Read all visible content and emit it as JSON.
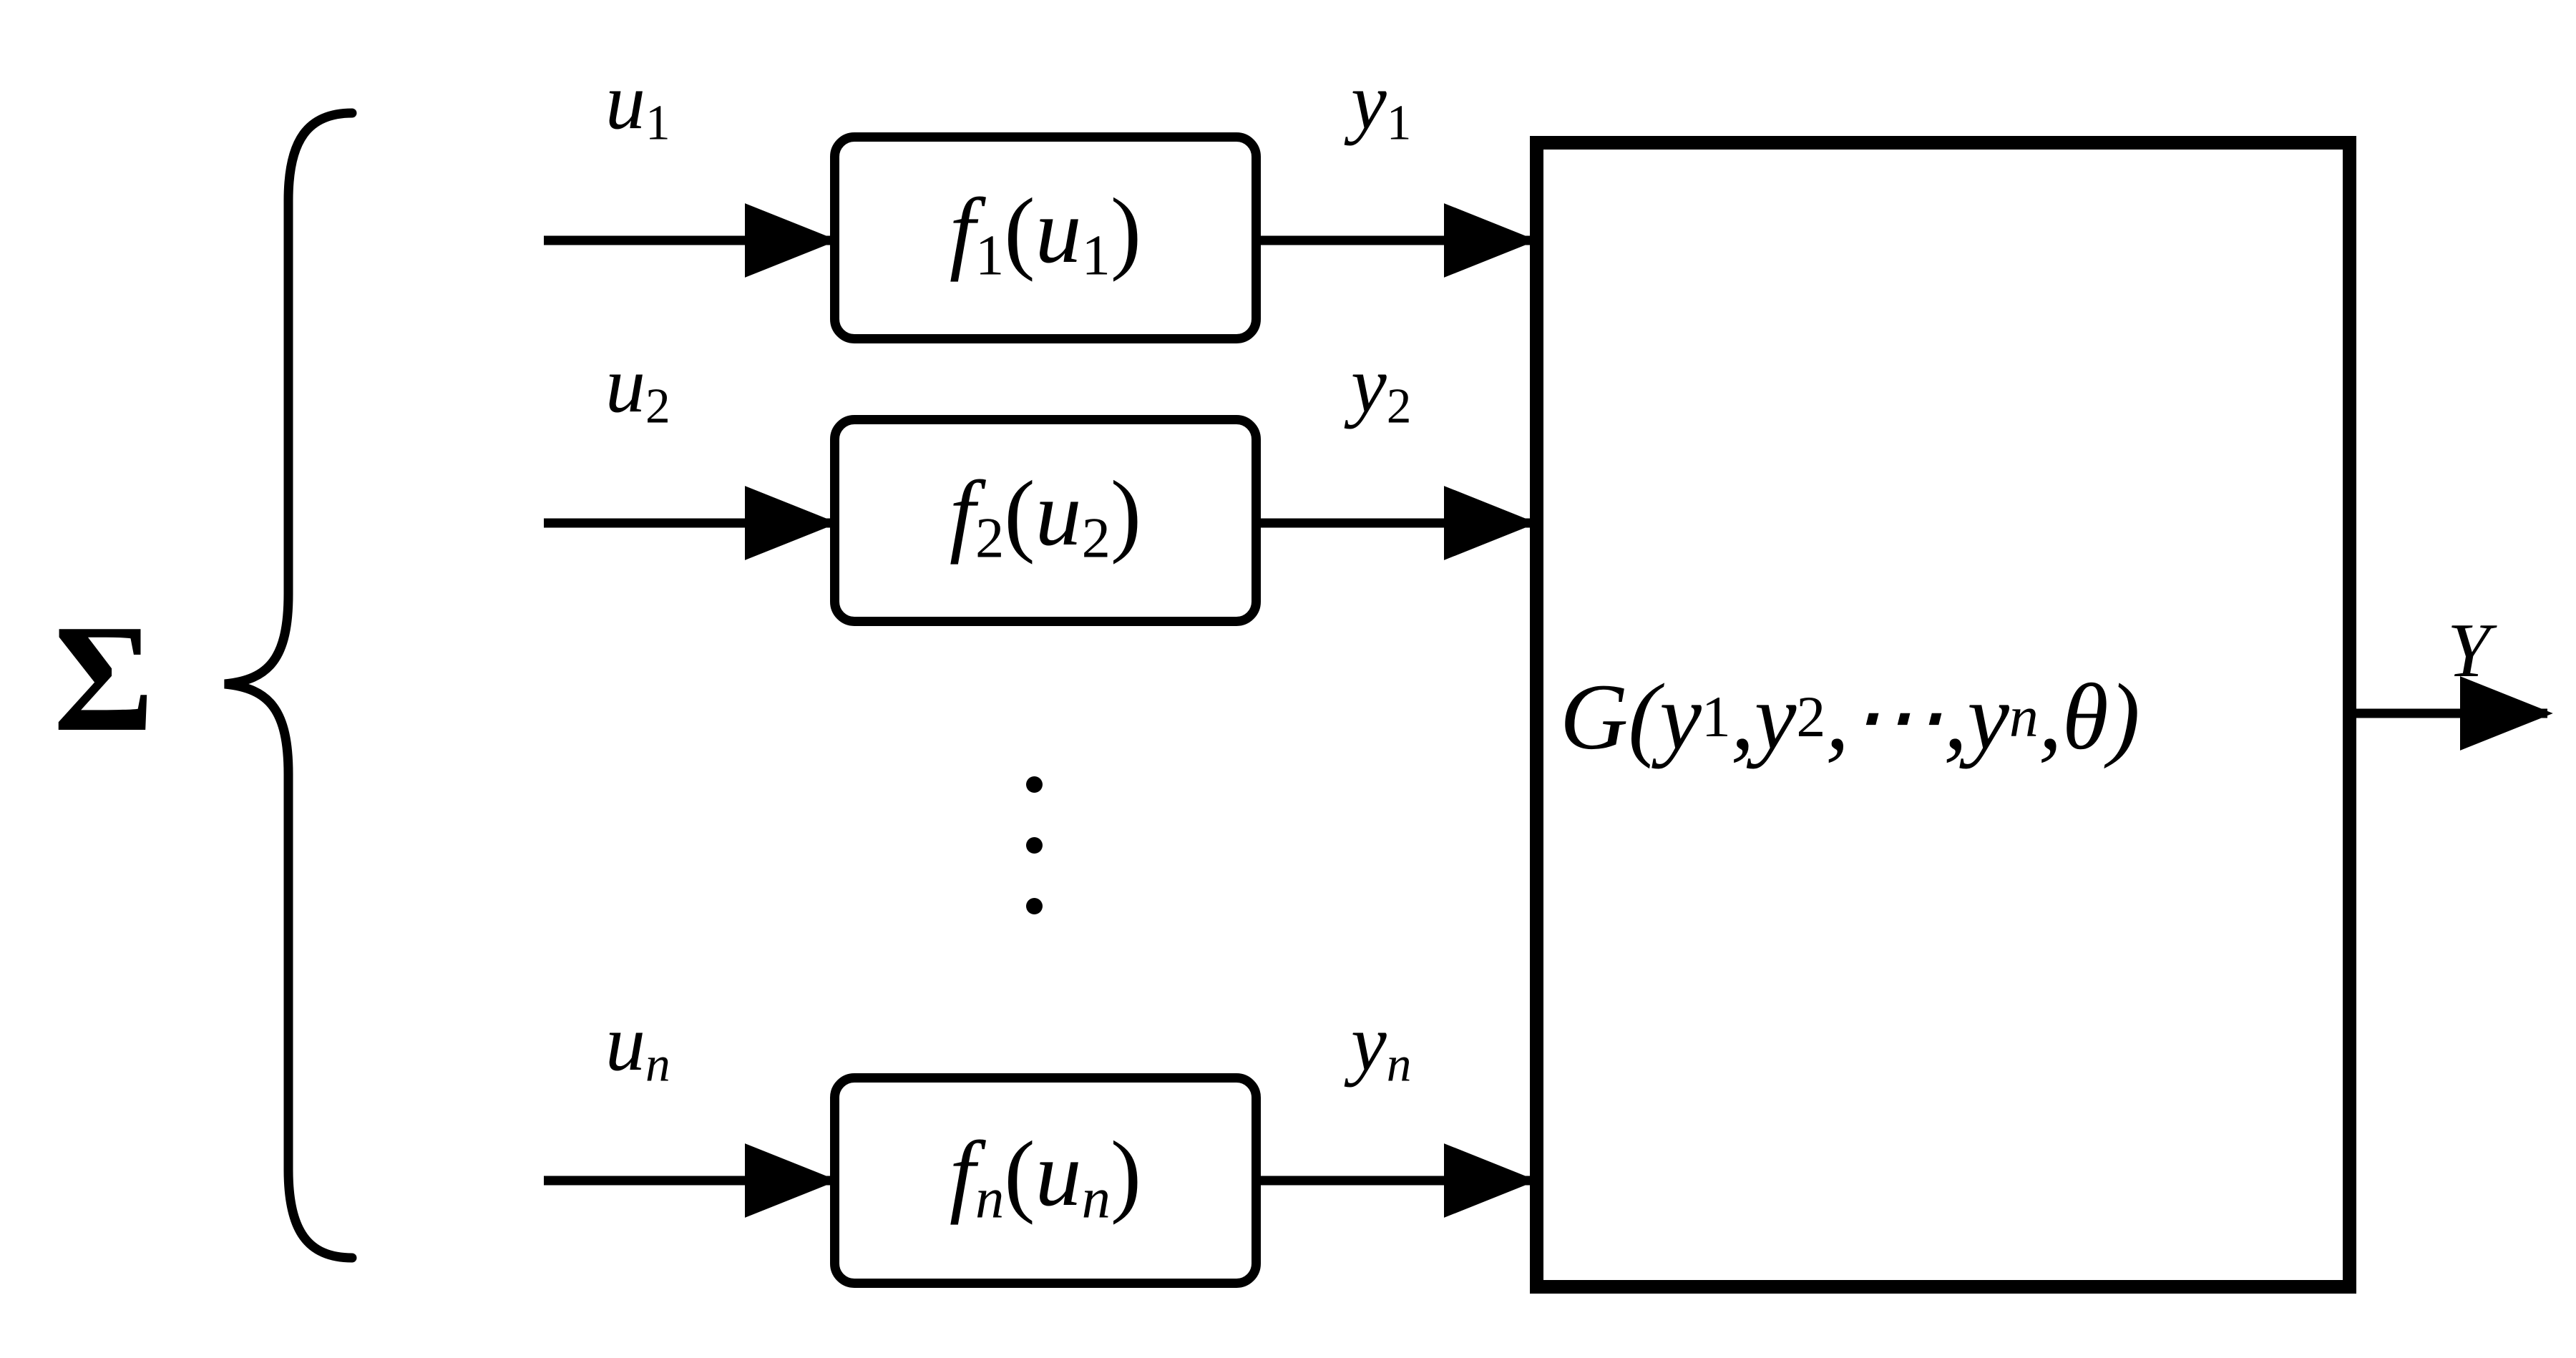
{
  "diagram": {
    "system_symbol": "Σ",
    "output_label": "Y",
    "aggregator": {
      "name": "G",
      "expression_parts": {
        "func": "G(",
        "arg1": "y",
        "arg1_sub": "1",
        "sep1": ", ",
        "arg2": "y",
        "arg2_sub": "2",
        "sep2": ", ",
        "ellipsis": "⋯",
        "sep3": ", ",
        "argn": "y",
        "argn_sub": "n",
        "sep4": ", ",
        "theta": "θ",
        "close": ")"
      },
      "expression_text": "G(y1, y2, ⋯, yn, θ)"
    },
    "channels": [
      {
        "id": "channel-1",
        "input_label": "u",
        "input_sub": "1",
        "block_func": "f",
        "block_sub": "1",
        "block_arg": "u",
        "block_arg_sub": "1",
        "block_text": "f1(u1)",
        "output_label": "y",
        "output_sub": "1"
      },
      {
        "id": "channel-2",
        "input_label": "u",
        "input_sub": "2",
        "block_func": "f",
        "block_sub": "2",
        "block_arg": "u",
        "block_arg_sub": "2",
        "block_text": "f2(u2)",
        "output_label": "y",
        "output_sub": "2"
      },
      {
        "id": "channel-n",
        "input_label": "u",
        "input_sub": "n",
        "block_func": "f",
        "block_sub": "n",
        "block_arg": "u",
        "block_arg_sub": "n",
        "block_text": "fn(un)",
        "output_label": "y",
        "output_sub": "n"
      }
    ],
    "ellipsis_marker": "⋮",
    "colors": {
      "stroke": "#000000",
      "fill": "#ffffff",
      "background": "#ffffff"
    }
  }
}
